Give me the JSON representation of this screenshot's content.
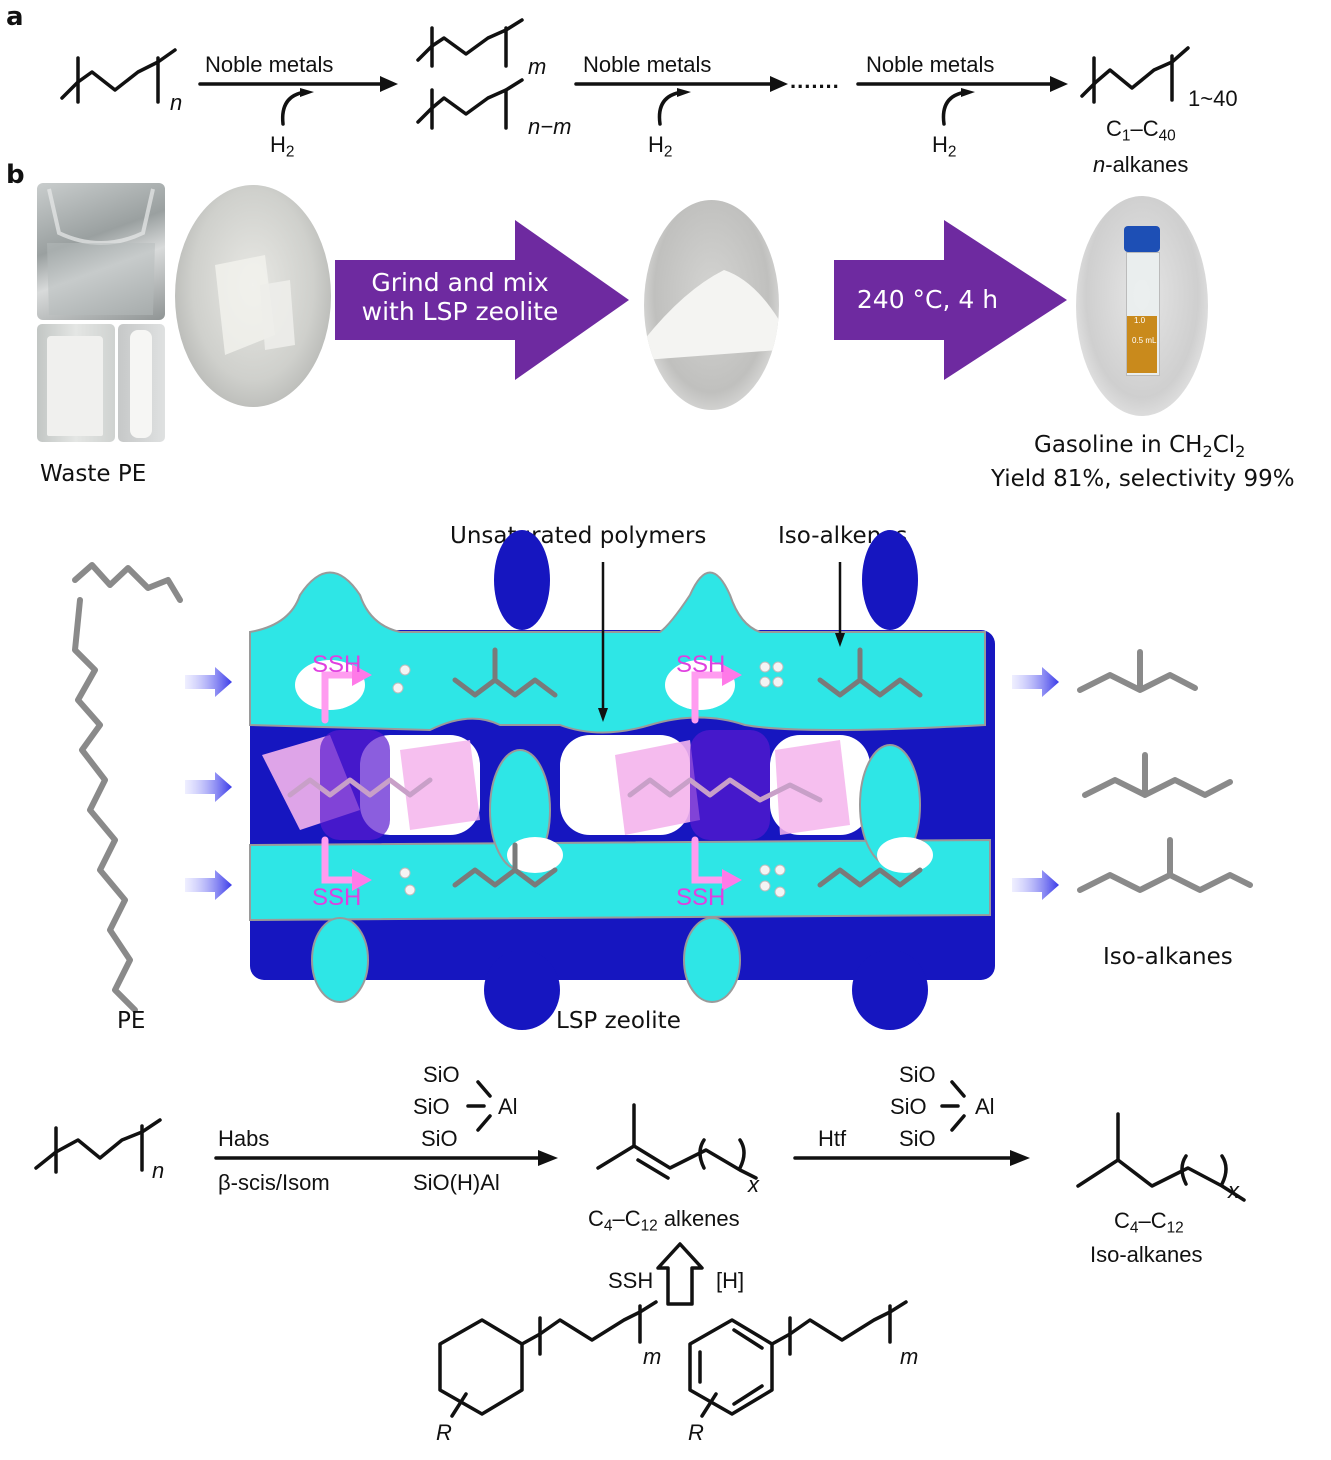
{
  "panel_a": {
    "label": "a",
    "start_subscript": "n",
    "step1_reagent": "Noble metals",
    "step1_cofactor": "H",
    "step1_cofactor_sub": "2",
    "intermediate_top_sub": "m",
    "intermediate_bottom_sub": "n−m",
    "step2_reagent": "Noble metals",
    "step2_cofactor": "H",
    "step2_cofactor_sub": "2",
    "ellipsis": ".......",
    "step3_reagent": "Noble metals",
    "step3_cofactor": "H",
    "step3_cofactor_sub": "2",
    "product_sub": "1~40",
    "product_range_c1": "C",
    "product_range_c1_sub": "1",
    "product_range_dash": "–C",
    "product_range_c2_sub": "40",
    "product_name_italic": "n",
    "product_name_rest": "-alkanes"
  },
  "panel_b": {
    "label": "b",
    "waste_label": "Waste PE",
    "arrow1_line1": "Grind and mix",
    "arrow1_line2": "with LSP zeolite",
    "arrow2_text": "240 °C, 4 h",
    "vial_mark_top": "1.0",
    "vial_mark_bottom": "0.5 mL",
    "product_line1_prefix": "Gasoline in CH",
    "product_line1_sub1": "2",
    "product_line1_mid": "Cl",
    "product_line1_sub2": "2",
    "product_line2": "Yield 81%, selectivity 99%",
    "arrow_color": "#6e2aa0"
  },
  "mechanism": {
    "label_unsaturated": "Unsaturated polymers",
    "label_isoalkenes": "Iso-alkenes",
    "label_pe": "PE",
    "label_zeolite": "LSP zeolite",
    "label_isoalkanes": "Iso-alkanes",
    "ssh_labels": [
      "SSH",
      "SSH",
      "SSH",
      "SSH"
    ],
    "colors": {
      "channel_cyan": "#2ee6e6",
      "framework_blue": "#1414c8",
      "ssh_magenta": "#e040e0",
      "aromatic_pink": "#f4b4ec"
    }
  },
  "scheme": {
    "start_sub": "n",
    "step1_above": "Habs",
    "step1_below": "β-scis/Isom",
    "catalyst1_sio": [
      "SiO",
      "SiO",
      "SiO"
    ],
    "catalyst1_al": "Al",
    "catalyst1_below": "SiO(H)Al",
    "intermediate_sub": "x",
    "intermediate_label_c": "C",
    "intermediate_label_sub1": "4",
    "intermediate_label_dash": "–C",
    "intermediate_label_sub2": "12",
    "intermediate_label_rest": " alkenes",
    "step2_above": "Htf",
    "catalyst2_sio": [
      "SiO",
      "SiO",
      "SiO"
    ],
    "catalyst2_al": "Al",
    "product_sub": "x",
    "product_line1_c": "C",
    "product_line1_sub1": "4",
    "product_line1_dash": "–C",
    "product_line1_sub2": "12",
    "product_line2": "Iso-alkanes",
    "up_arrow_left": "SSH",
    "up_arrow_right": "[H]",
    "cyclohexyl_sub": "m",
    "cyclohexyl_r": "R",
    "aryl_sub": "m",
    "aryl_r": "R"
  }
}
